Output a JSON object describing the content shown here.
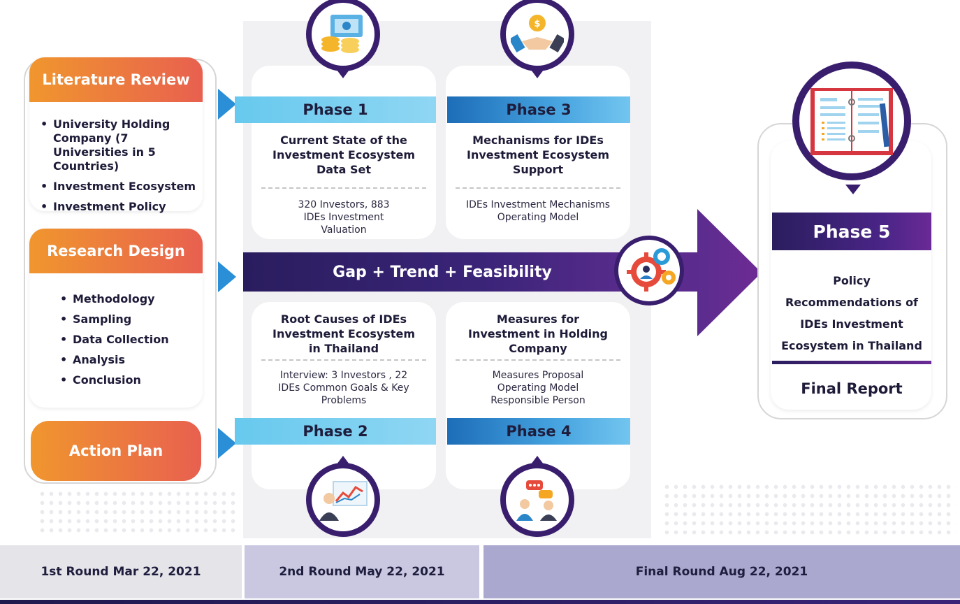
{
  "left": {
    "literature_review": {
      "title": "Literature Review",
      "items": [
        "University Holding Company (7 Universities in 5 Countries)",
        "Investment Ecosystem",
        "Investment Policy"
      ]
    },
    "research_design": {
      "title": "Research Design",
      "items": [
        "Methodology",
        "Sampling",
        "Data Collection",
        "Analysis",
        "Conclusion"
      ]
    },
    "action_plan": {
      "title": "Action Plan"
    }
  },
  "phases": {
    "phase1": {
      "label": "Phase 1",
      "title": "Current State of the Investment Ecosystem Data Set",
      "desc": "320 Investors, 883 IDEs Investment Valuation",
      "icon": "money-document-icon"
    },
    "phase2": {
      "label": "Phase 2",
      "title": "Root Causes of IDEs Investment Ecosystem in Thailand",
      "desc": "Interview: 3 Investors , 22 IDEs Common Goals & Key Problems",
      "icon": "presenter-chart-icon"
    },
    "phase3": {
      "label": "Phase 3",
      "title": "Mechanisms for IDEs Investment Ecosystem Support",
      "desc": "IDEs Investment Mechanisms Operating Model",
      "icon": "handshake-coin-icon"
    },
    "phase4": {
      "label": "Phase 4",
      "title": "Measures for Investment in Holding Company",
      "desc": "Measures Proposal Operating Model Responsible Person",
      "icon": "people-discussion-icon"
    },
    "phase5": {
      "label": "Phase 5",
      "title": "Policy Recommendations of IDEs Investment Ecosystem in Thailand",
      "footer": "Final Report",
      "icon": "report-book-icon"
    }
  },
  "band": {
    "label": "Gap + Trend + Feasibility",
    "icon": "gear-person-icon"
  },
  "timeline": [
    {
      "label": "1st Round Mar 22, 2021",
      "color": "#e4e4e9"
    },
    {
      "label": "2nd Round May 22, 2021",
      "color": "#c9c8e0"
    },
    {
      "label": "Final Round Aug 22, 2021",
      "color": "#aba8d0"
    }
  ],
  "colors": {
    "orange_start": "#f0962e",
    "orange_end": "#e8604f",
    "purple_dark": "#2a1d5e",
    "purple_accent": "#6a2a95",
    "blue_arrow": "#2a8fd6",
    "phase_light": "#67c9ee",
    "phase_dark": "#1d6db8"
  }
}
